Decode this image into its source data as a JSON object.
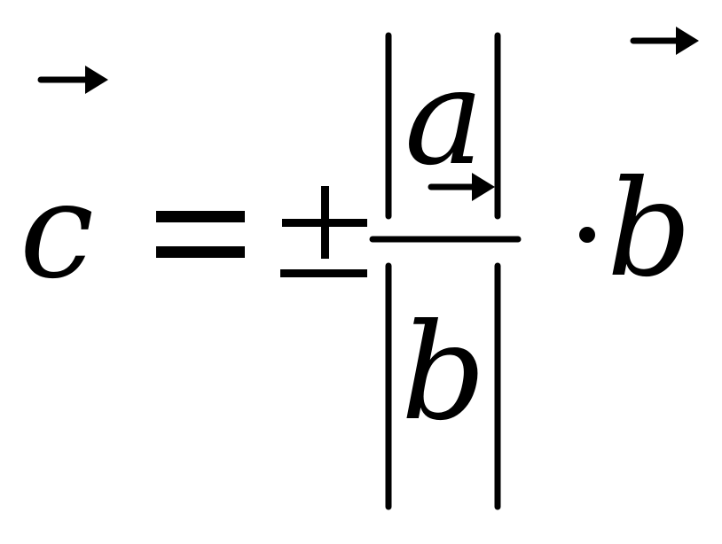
{
  "formula": {
    "lhs_var": "c",
    "equals": "=",
    "plus_minus": "±",
    "numerator_var": "a",
    "denominator_var": "b",
    "dot": "·",
    "rhs_var": "b"
  },
  "colors": {
    "ink": "#000000",
    "background": "#ffffff"
  },
  "icons": {
    "vector_arrow": "right-arrow-icon",
    "absolute_value_bar": "vertical-bar"
  }
}
